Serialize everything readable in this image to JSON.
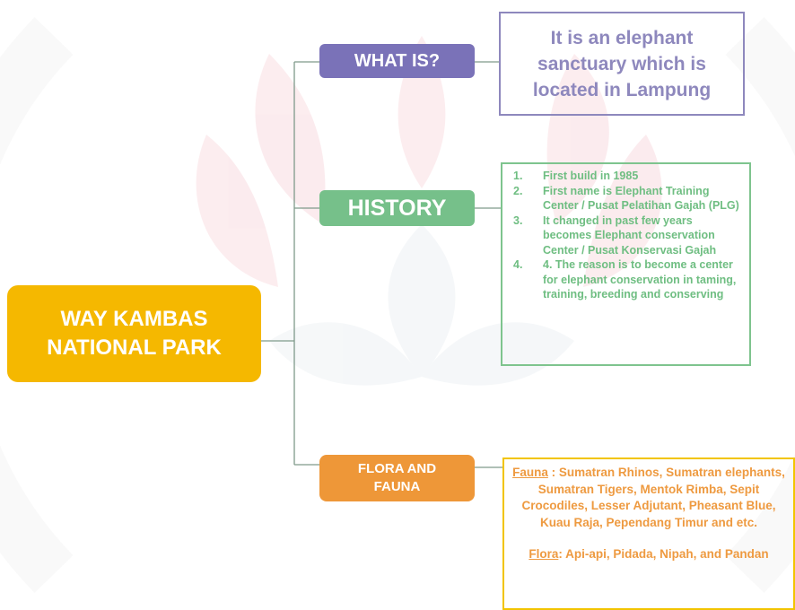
{
  "root": {
    "line1": "WAY KAMBAS",
    "line2": "NATIONAL PARK"
  },
  "branches": {
    "what": {
      "label": "WHAT IS?",
      "content": [
        "It is an elephant",
        "sanctuary which is",
        "located in Lampung"
      ]
    },
    "history": {
      "label": "HISTORY",
      "items": [
        {
          "num": "1.",
          "text": "First build in 1985"
        },
        {
          "num": "2.",
          "text": "First name is Elephant Training Center / Pusat Pelatihan Gajah (PLG)"
        },
        {
          "num": "3.",
          "text": "It changed in past few years becomes Elephant conservation Center / Pusat Konservasi Gajah"
        },
        {
          "num": "4.",
          "text": "4. The reason is to become a center for elephant conservation in taming, training, breeding and conserving"
        }
      ]
    },
    "flora": {
      "label_line1": "FLORA AND",
      "label_line2": "FAUNA",
      "fauna_label": "Fauna",
      "fauna_text": " : Sumatran Rhinos, Sumatran elephants, Sumatran Tigers, Mentok Rimba, Sepit Crocodiles, Lesser Adjutant, Pheasant Blue, Kuau Raja, Pependang Timur and etc.",
      "flora_label": "Flora",
      "flora_text": ": Api-api, Pidada, Nipah, and Pandan"
    }
  },
  "colors": {
    "root": "#f5b800",
    "what": "#7a72b8",
    "history": "#76c08a",
    "flora": "#ee9738",
    "connector": "#7f9a8a"
  }
}
